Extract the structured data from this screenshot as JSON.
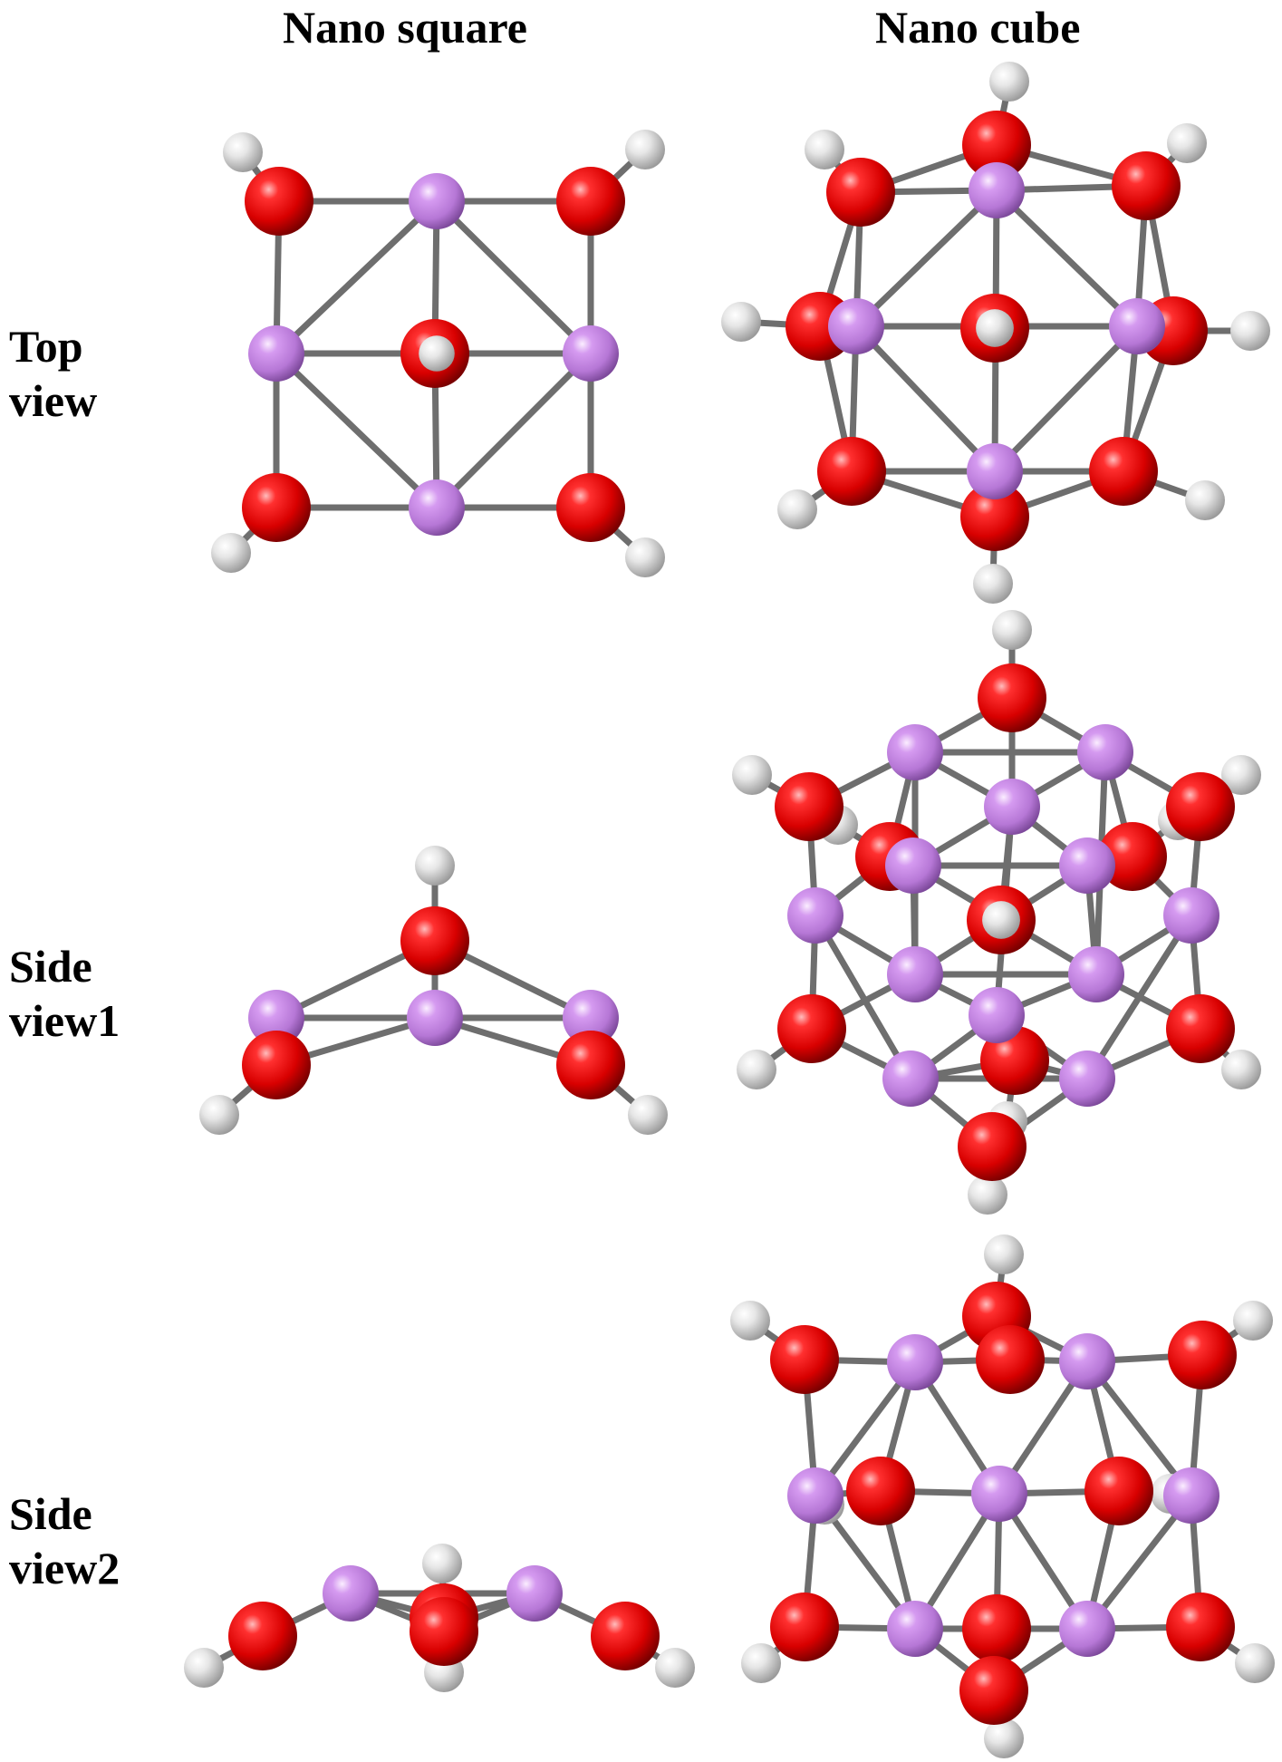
{
  "columns": [
    "Nano square",
    "Nano cube"
  ],
  "rows": [
    {
      "line1": "Top",
      "line2": "view"
    },
    {
      "line1": "Side",
      "line2": "view1"
    },
    {
      "line1": "Side",
      "line2": "view2"
    }
  ],
  "atom_colors": {
    "O": "#e00000",
    "M": "#c080e0",
    "H": "#dddddd"
  },
  "bond_color": "#6e6e6e"
}
